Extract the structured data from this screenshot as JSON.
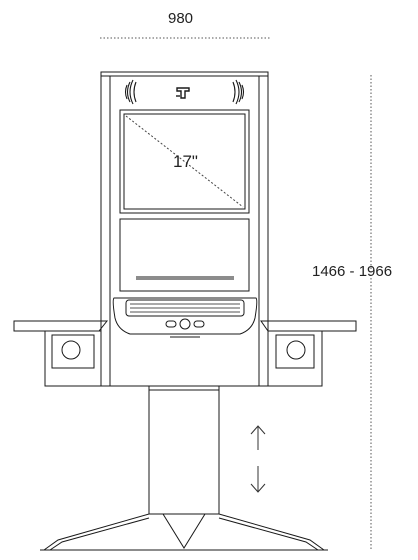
{
  "dimensions": {
    "width": "980",
    "height": "1466 - 1966"
  },
  "screen": {
    "size": "17\""
  },
  "icons": {
    "logo": "kiosk-logo-icon",
    "speakers": "speaker-grille-icon",
    "height_adjust": "up-down-arrow-icon",
    "buttons": "round-button-icon"
  },
  "colors": {
    "line": "#1a1a1a",
    "dimension_line": "#555555"
  }
}
